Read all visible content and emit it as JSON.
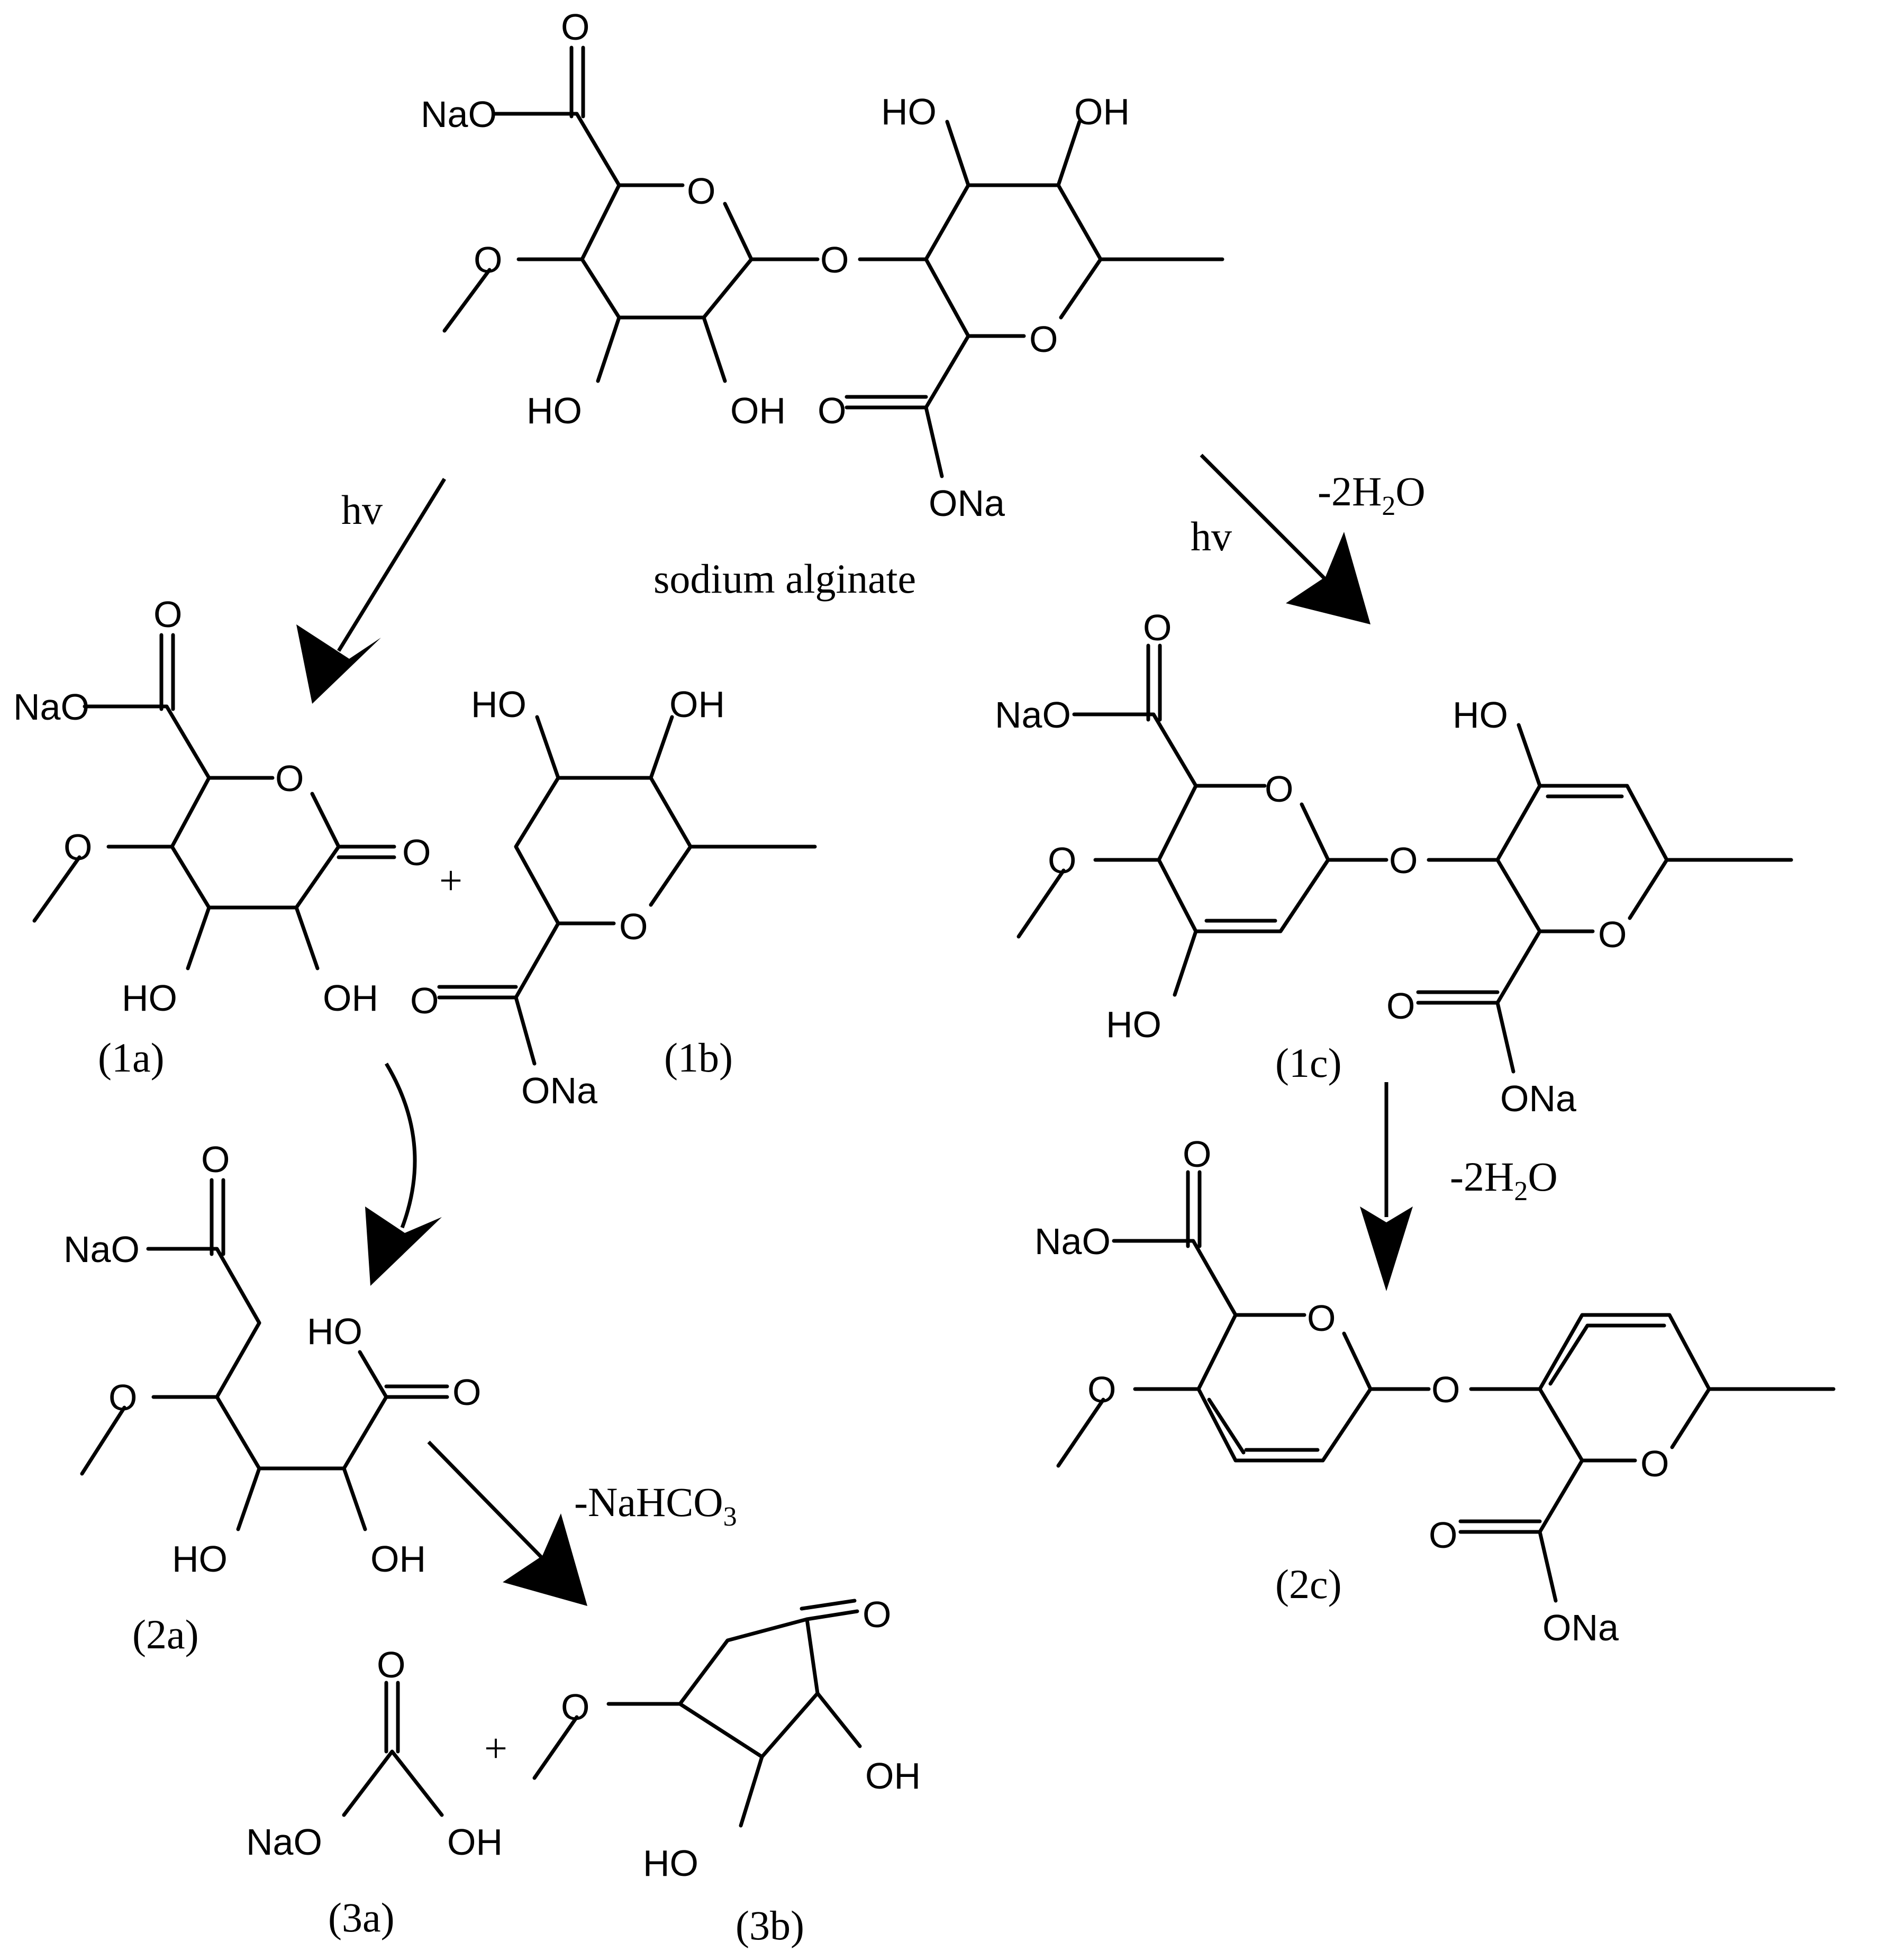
{
  "labels": {
    "sodium_alginate": "sodium alginate",
    "hv_left": "hv",
    "hv_right": "hv",
    "minus_2h2o_1": "-2H",
    "minus_2h2o_2": "-2H",
    "water_sub": "2",
    "water_o": "O",
    "minus_nahco3": "-NaHCO",
    "nahco3_sub": "3",
    "plus": "+"
  },
  "compounds": {
    "c1a": "(1a)",
    "c1b": "(1b)",
    "c1c": "(1c)",
    "c2a": "(2a)",
    "c2c": "(2c)",
    "c3a": "(3a)",
    "c3b": "(3b)"
  },
  "atoms": {
    "O": "O",
    "HO": "HO",
    "OH": "OH",
    "NaO": "NaO",
    "ONa": "ONa"
  },
  "colors": {
    "ink": "#000000",
    "background": "#ffffff"
  }
}
